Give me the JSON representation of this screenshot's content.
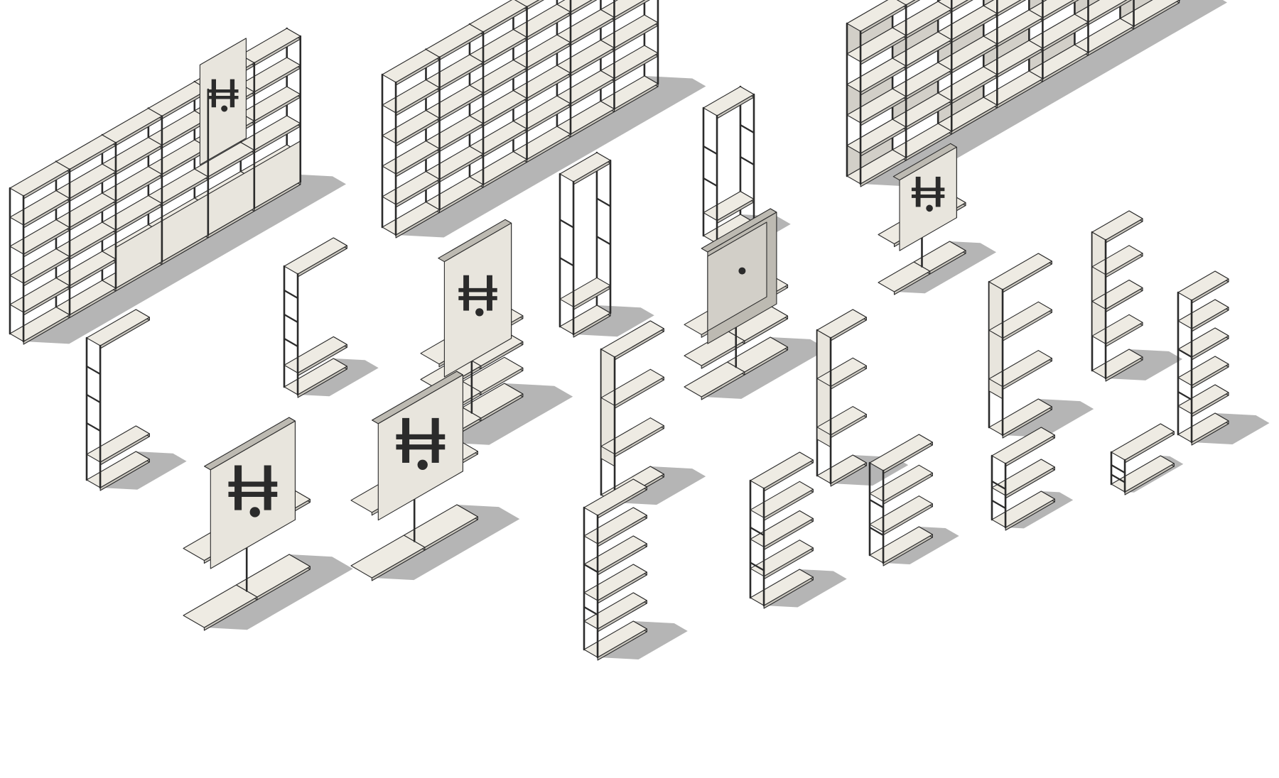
{
  "colors": {
    "background": "#ffffff",
    "frame": "#2b2b2b",
    "shelf_top": "#eeebe3",
    "shelf_front": "#c9c6be",
    "panel_face": "#e8e5dd",
    "panel_side": "#bdbab2",
    "back_panel": "#d2cfc8",
    "shadow": "#a8a8a8"
  },
  "units": [
    {
      "type": "wall-unit",
      "bays": 6,
      "levels": 6,
      "panels": "mixed",
      "mount": true,
      "anchor": "left"
    },
    {
      "type": "wall-unit",
      "bays": 6,
      "levels": 6,
      "panels": "none",
      "mount": false,
      "anchor": "top-center"
    },
    {
      "type": "wall-unit",
      "bays": 7,
      "levels": 6,
      "panels": "backs",
      "mount": false,
      "anchor": "top-right"
    },
    {
      "type": "tall-frame",
      "levels": 2,
      "anchor": "center-top"
    },
    {
      "type": "tall-frame",
      "levels": 2,
      "anchor": "center"
    },
    {
      "type": "tv-panel",
      "shelves": 4,
      "anchor": "center-left"
    },
    {
      "type": "tv-panel",
      "shelves": 2,
      "anchor": "bottom-left"
    },
    {
      "type": "tv-panel",
      "shelves": 2,
      "anchor": "bottom-center-left"
    },
    {
      "type": "tv-frame",
      "shelves": 3,
      "anchor": "center"
    },
    {
      "type": "tv-panel",
      "shelves": 2,
      "anchor": "right"
    },
    {
      "type": "side-panel-shelf",
      "shelves": 4,
      "anchor": "center"
    },
    {
      "type": "side-panel-shelf",
      "shelves": 4,
      "anchor": "center-right"
    },
    {
      "type": "side-panel-shelf",
      "shelves": 4,
      "anchor": "right"
    },
    {
      "type": "side-panel-shelf",
      "shelves": 5,
      "anchor": "far-right-upper"
    },
    {
      "type": "open-shelf",
      "shelves": 6,
      "anchor": "far-right"
    },
    {
      "type": "ladder-top-shelf",
      "shelves": 3,
      "anchor": "left"
    },
    {
      "type": "ladder-top-shelf",
      "shelves": 3,
      "anchor": "center-left-upper"
    },
    {
      "type": "open-shelf",
      "shelves": 6,
      "anchor": "bottom-center"
    },
    {
      "type": "open-shelf",
      "shelves": 5,
      "anchor": "bottom-center-right"
    },
    {
      "type": "open-shelf",
      "shelves": 4,
      "anchor": "bottom-right"
    },
    {
      "type": "open-shelf",
      "shelves": 3,
      "anchor": "bottom-right"
    },
    {
      "type": "open-shelf",
      "shelves": 2,
      "anchor": "bottom-far-right"
    }
  ]
}
